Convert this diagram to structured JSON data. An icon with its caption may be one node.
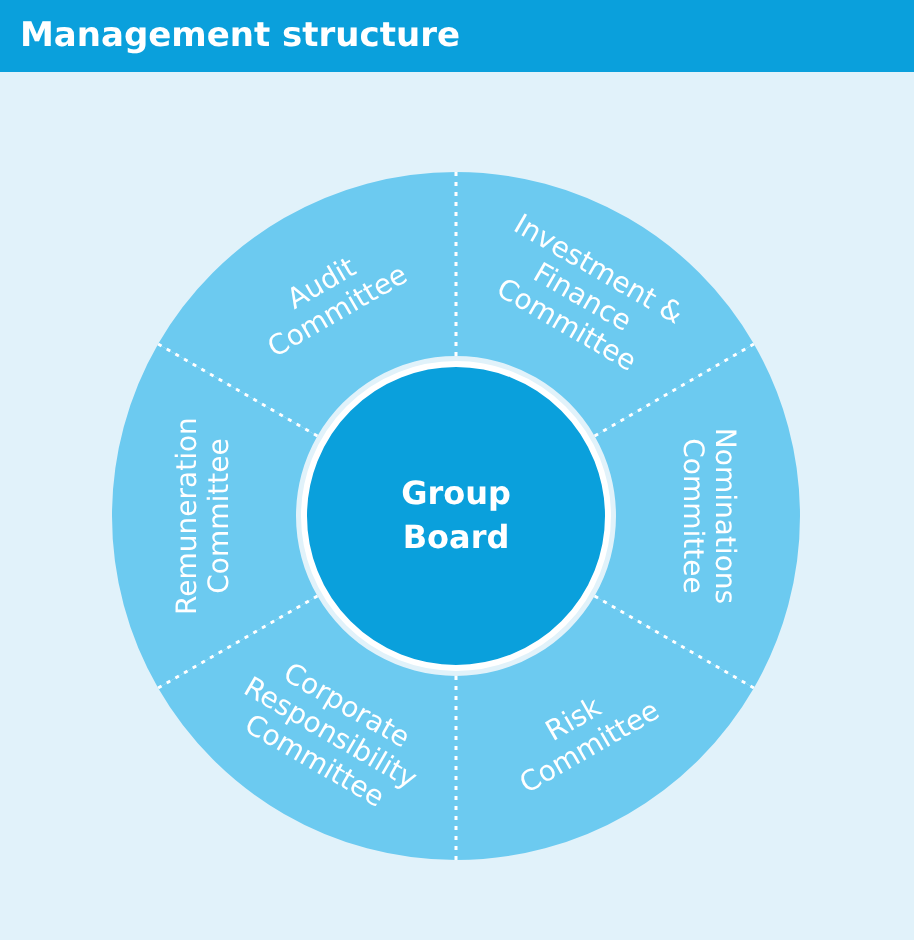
{
  "diagram": {
    "title": "Management structure",
    "nodes": [
      {
        "text": [
          "Group Board"
        ]
      },
      {
        "text": [
          "Audit Committee"
        ]
      },
      {
        "text": [
          "Investment & Finance Committee"
        ]
      },
      {
        "text": [
          "Nominations Committee"
        ]
      },
      {
        "text": [
          "Risk Committee"
        ]
      },
      {
        "text": [
          "Corporate Responsibility Committee"
        ]
      },
      {
        "text": [
          "Remuneration Committee"
        ]
      }
    ],
    "edges": []
  }
}
